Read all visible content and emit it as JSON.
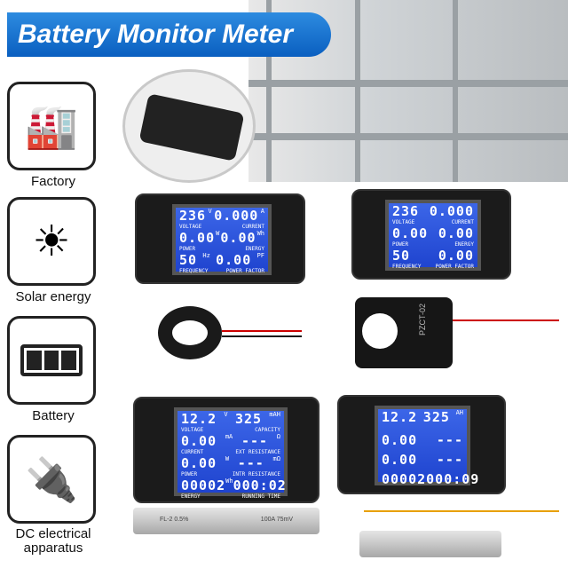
{
  "title": "Battery Monitor Meter",
  "side_items": [
    {
      "label": "Factory",
      "icon": "factory-icon"
    },
    {
      "label": "Solar energy",
      "icon": "solar-panel-icon"
    },
    {
      "label": "Battery",
      "icon": "battery-icon"
    },
    {
      "label": "DC electrical apparatus",
      "icon": "dc-plug-icon"
    }
  ],
  "ac_meter": {
    "voltage": "236",
    "voltage_unit": "V",
    "voltage_label": "VOLTAGE",
    "current": "0.000",
    "current_unit": "A",
    "current_label": "CURRENT",
    "power": "0.00",
    "power_unit": "W",
    "power_label": "POWER",
    "energy": "0.00",
    "energy_unit": "Wh",
    "energy_label": "ENERGY",
    "frequency": "50",
    "frequency_unit": "Hz",
    "frequency_label": "FREQUENCY",
    "pf": "0.00",
    "pf_unit": "PF",
    "pf_label": "POWER FACTOR"
  },
  "dc_meter": {
    "voltage": "12.2",
    "voltage_unit": "V",
    "voltage_label": "VOLTAGE",
    "capacity": "325",
    "capacity_unit": "mAH",
    "capacity_label": "CAPACITY",
    "current": "0.00",
    "current_unit": "mA",
    "current_label": "CURRENT",
    "ext_res": "---",
    "ext_res_unit": "Ω",
    "ext_res_label": "EXT RESISTANCE",
    "power": "0.00",
    "power_unit": "W",
    "power_label": "POWER",
    "int_res": "---",
    "int_res_unit": "mΩ",
    "int_res_label": "INTR RESISTANCE",
    "energy": "00002",
    "energy_unit": "Wh",
    "energy_label": "ENERGY",
    "time": "000:02",
    "time_label": "RUNNING TIME"
  },
  "dc_meter2": {
    "voltage": "12.2",
    "capacity": "325",
    "capacity_unit": "AH",
    "energy": "00002",
    "time": "000:09"
  },
  "clamp_text": "PZCT-02",
  "shunt1_text": "FL-2 0.5%",
  "shunt1_rating": "100A 75mV"
}
